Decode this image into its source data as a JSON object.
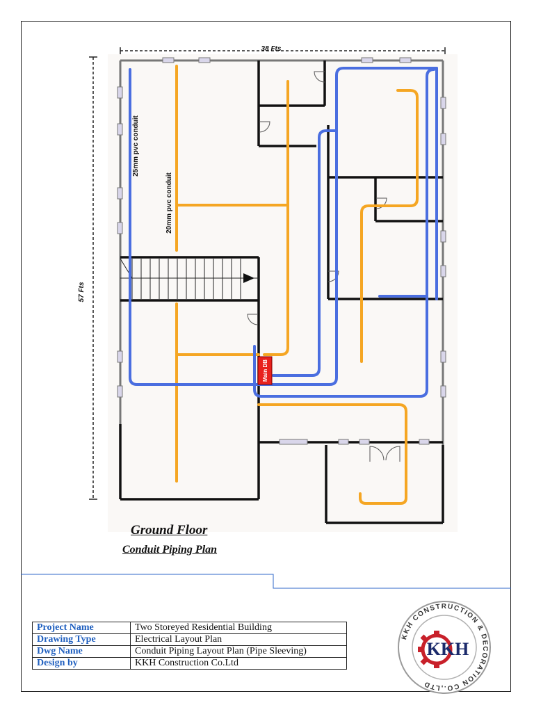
{
  "drawing": {
    "title": "Ground Floor",
    "subtitle": "Conduit Piping Plan"
  },
  "dimensions": {
    "width_label": "38 Fts",
    "height_label": "57 Fts"
  },
  "conduits": {
    "blue_label": "25mm pvc conduit",
    "orange_label": "20mm pvc conduit",
    "blue_color": "#4a6ee0",
    "orange_color": "#f5a623"
  },
  "distribution_board": {
    "label": "Main DB",
    "color": "#e8211d"
  },
  "title_block": {
    "rows": [
      {
        "label": "Project Name",
        "value": "Two Storeyed Residential Building"
      },
      {
        "label": "Drawing Type",
        "value": "Electrical Layout Plan"
      },
      {
        "label": "Dwg Name",
        "value": "Conduit Piping Layout Plan (Pipe Sleeving)"
      },
      {
        "label": "Design by",
        "value": "KKH Construction Co.Ltd"
      }
    ]
  },
  "logo": {
    "ring_text": "KKH CONSTRUCTION & DECORATION CO.,LTD",
    "mark": "KKH",
    "accent_color": "#c8202a"
  }
}
